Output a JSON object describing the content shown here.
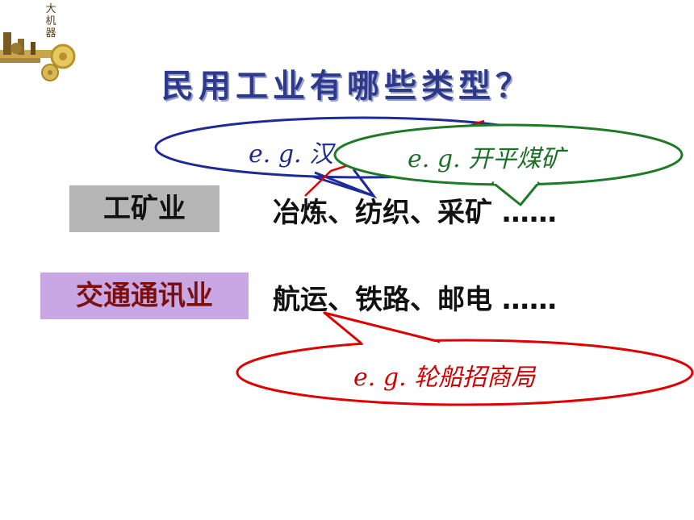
{
  "logo": {
    "chars": [
      "大",
      "机",
      "器"
    ]
  },
  "title": "民用工业有哪些类型？",
  "categories": [
    {
      "label": "工矿业",
      "examples": "冶炼、纺织、采矿 ……",
      "fill": "#b5b5b5"
    },
    {
      "label": "交通通讯业",
      "examples": "航运、铁路、邮电 ……",
      "fill": "#c9a6e4"
    }
  ],
  "callouts": {
    "blue": {
      "text": "e. g.  汉",
      "color": "#1e2a8c"
    },
    "green": {
      "text": "e. g.  开平煤矿",
      "color": "#1e6e28"
    },
    "red": {
      "text": "e. g.  轮船招商局",
      "color": "#d00000"
    }
  }
}
